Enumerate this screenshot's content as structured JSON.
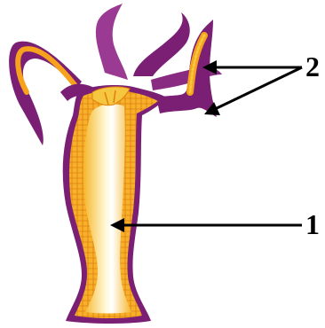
{
  "diagram": {
    "callouts": [
      {
        "id": "1",
        "label": "1"
      },
      {
        "id": "2",
        "label": "2"
      }
    ],
    "colors": {
      "ectoderm": "#7a1f73",
      "ectoderm_light": "#a84aa5",
      "mesoglea": "#f7a21c",
      "endoderm": "#f2c12e",
      "gastrovascular_cavity": "#fff6c2",
      "arrow": "#000000",
      "background": "#ffffff"
    }
  }
}
